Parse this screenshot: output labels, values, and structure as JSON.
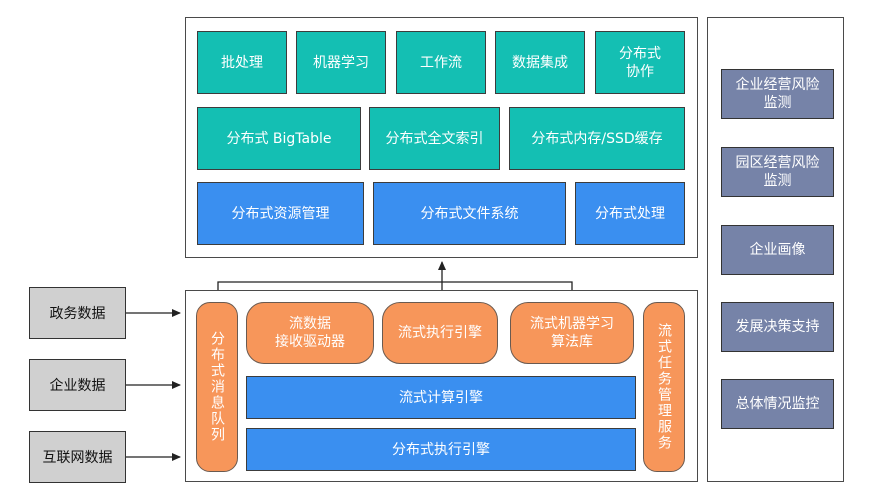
{
  "top_layer": {
    "row1": [
      "批处理",
      "机器学习",
      "工作流",
      "数据集成",
      "分布式\n协作"
    ],
    "row2": [
      "分布式 BigTable",
      "分布式全文索引",
      "分布式内存/SSD缓存"
    ],
    "row3": [
      "分布式资源管理",
      "分布式文件系统",
      "分布式处理"
    ]
  },
  "stream_layer": {
    "message_queue": "分布式消息队列",
    "receive_driver": "流数据\n接收驱动器",
    "exec_engine": "流式执行引擎",
    "ml_lib": "流式机器学习\n算法库",
    "task_service": "流式任务管理服务",
    "compute_engine": "流式计算引擎",
    "dist_exec_engine": "分布式执行引擎"
  },
  "sources": [
    "政务数据",
    "企业数据",
    "互联网数据"
  ],
  "applications": [
    "企业经营风险\n监测",
    "园区经营风险\n监测",
    "企业画像",
    "发展决策支持",
    "总体情况监控"
  ],
  "colors": {
    "teal": "#14bfb3",
    "blue": "#3a8ff0",
    "orange": "#f7965a",
    "slate": "#7683a8",
    "gray": "#d0d0d0"
  }
}
